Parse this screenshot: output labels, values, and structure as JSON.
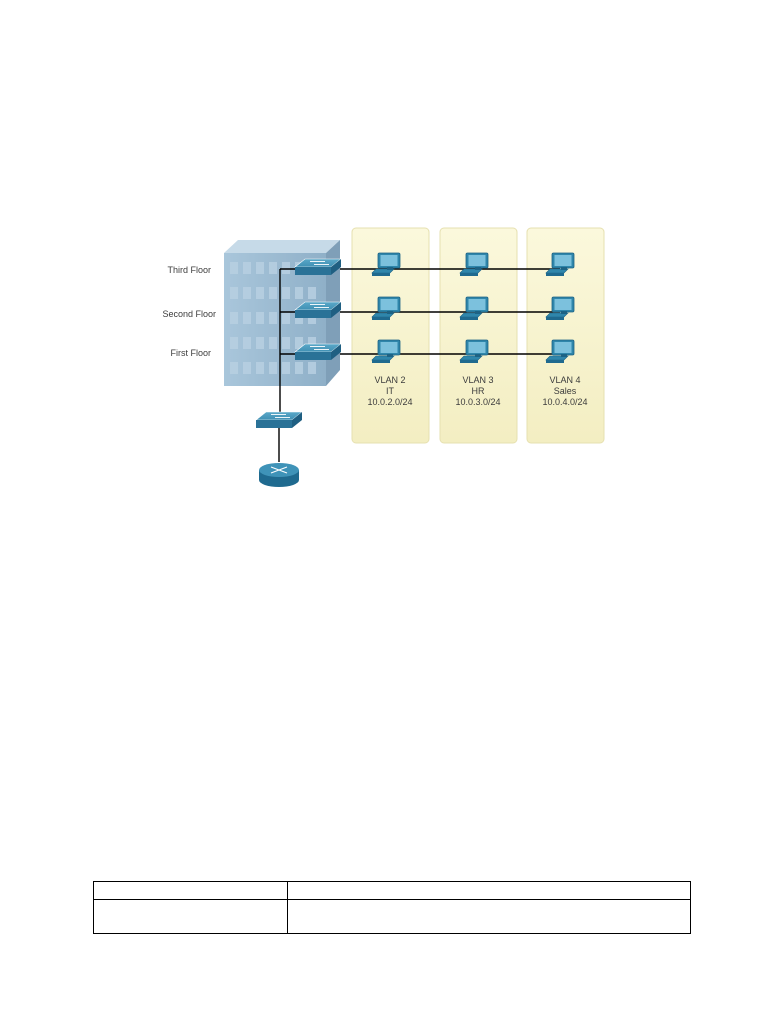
{
  "building": {
    "floors": [
      "Third Floor",
      "Second Floor",
      "First Floor"
    ]
  },
  "vlans": [
    {
      "vlan": "VLAN 2",
      "name": "IT",
      "subnet": "10.0.2.0/24"
    },
    {
      "vlan": "VLAN 3",
      "name": "HR",
      "subnet": "10.0.3.0/24"
    },
    {
      "vlan": "VLAN 4",
      "name": "Sales",
      "subnet": "10.0.4.0/24"
    }
  ],
  "colors": {
    "device_blue": "#2d7fa3",
    "vlan_panel": "#f8f5d2",
    "building": "#9fbcd2"
  },
  "table": {
    "rows": [
      [
        "",
        ""
      ],
      [
        "",
        ""
      ]
    ]
  }
}
